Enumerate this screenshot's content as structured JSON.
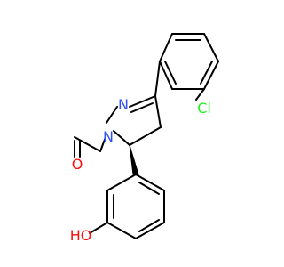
{
  "molecule": {
    "atoms": {
      "n1": "N",
      "n2": "N",
      "o_carbonyl": "O",
      "cl": "Cl",
      "oh": "HO"
    },
    "colors": {
      "bond": "#000000",
      "nitrogen": "#3050F8",
      "oxygen": "#FF0D0D",
      "chlorine": "#1FF01F",
      "background": "#FFFFFF"
    }
  }
}
